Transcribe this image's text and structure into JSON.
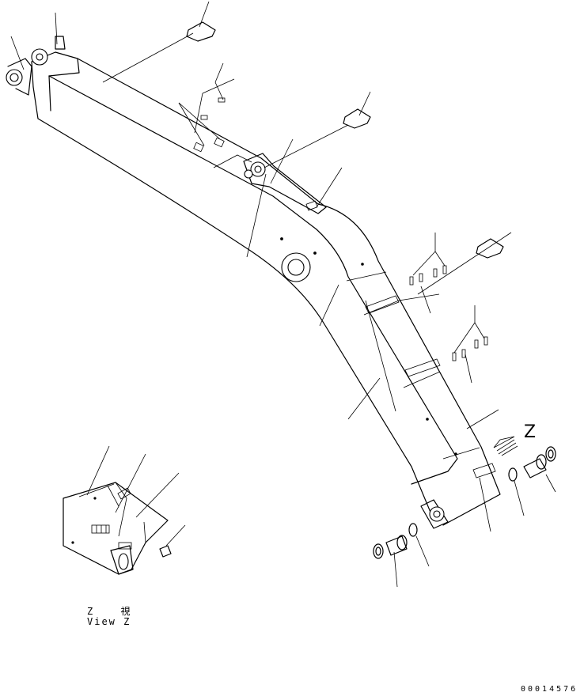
{
  "view_label_jp": "Z 視",
  "view_label_en": "View Z",
  "arrow_label": "Z",
  "drawing_number": "00014576",
  "icons": [
    "view-direction-arrow-icon"
  ]
}
